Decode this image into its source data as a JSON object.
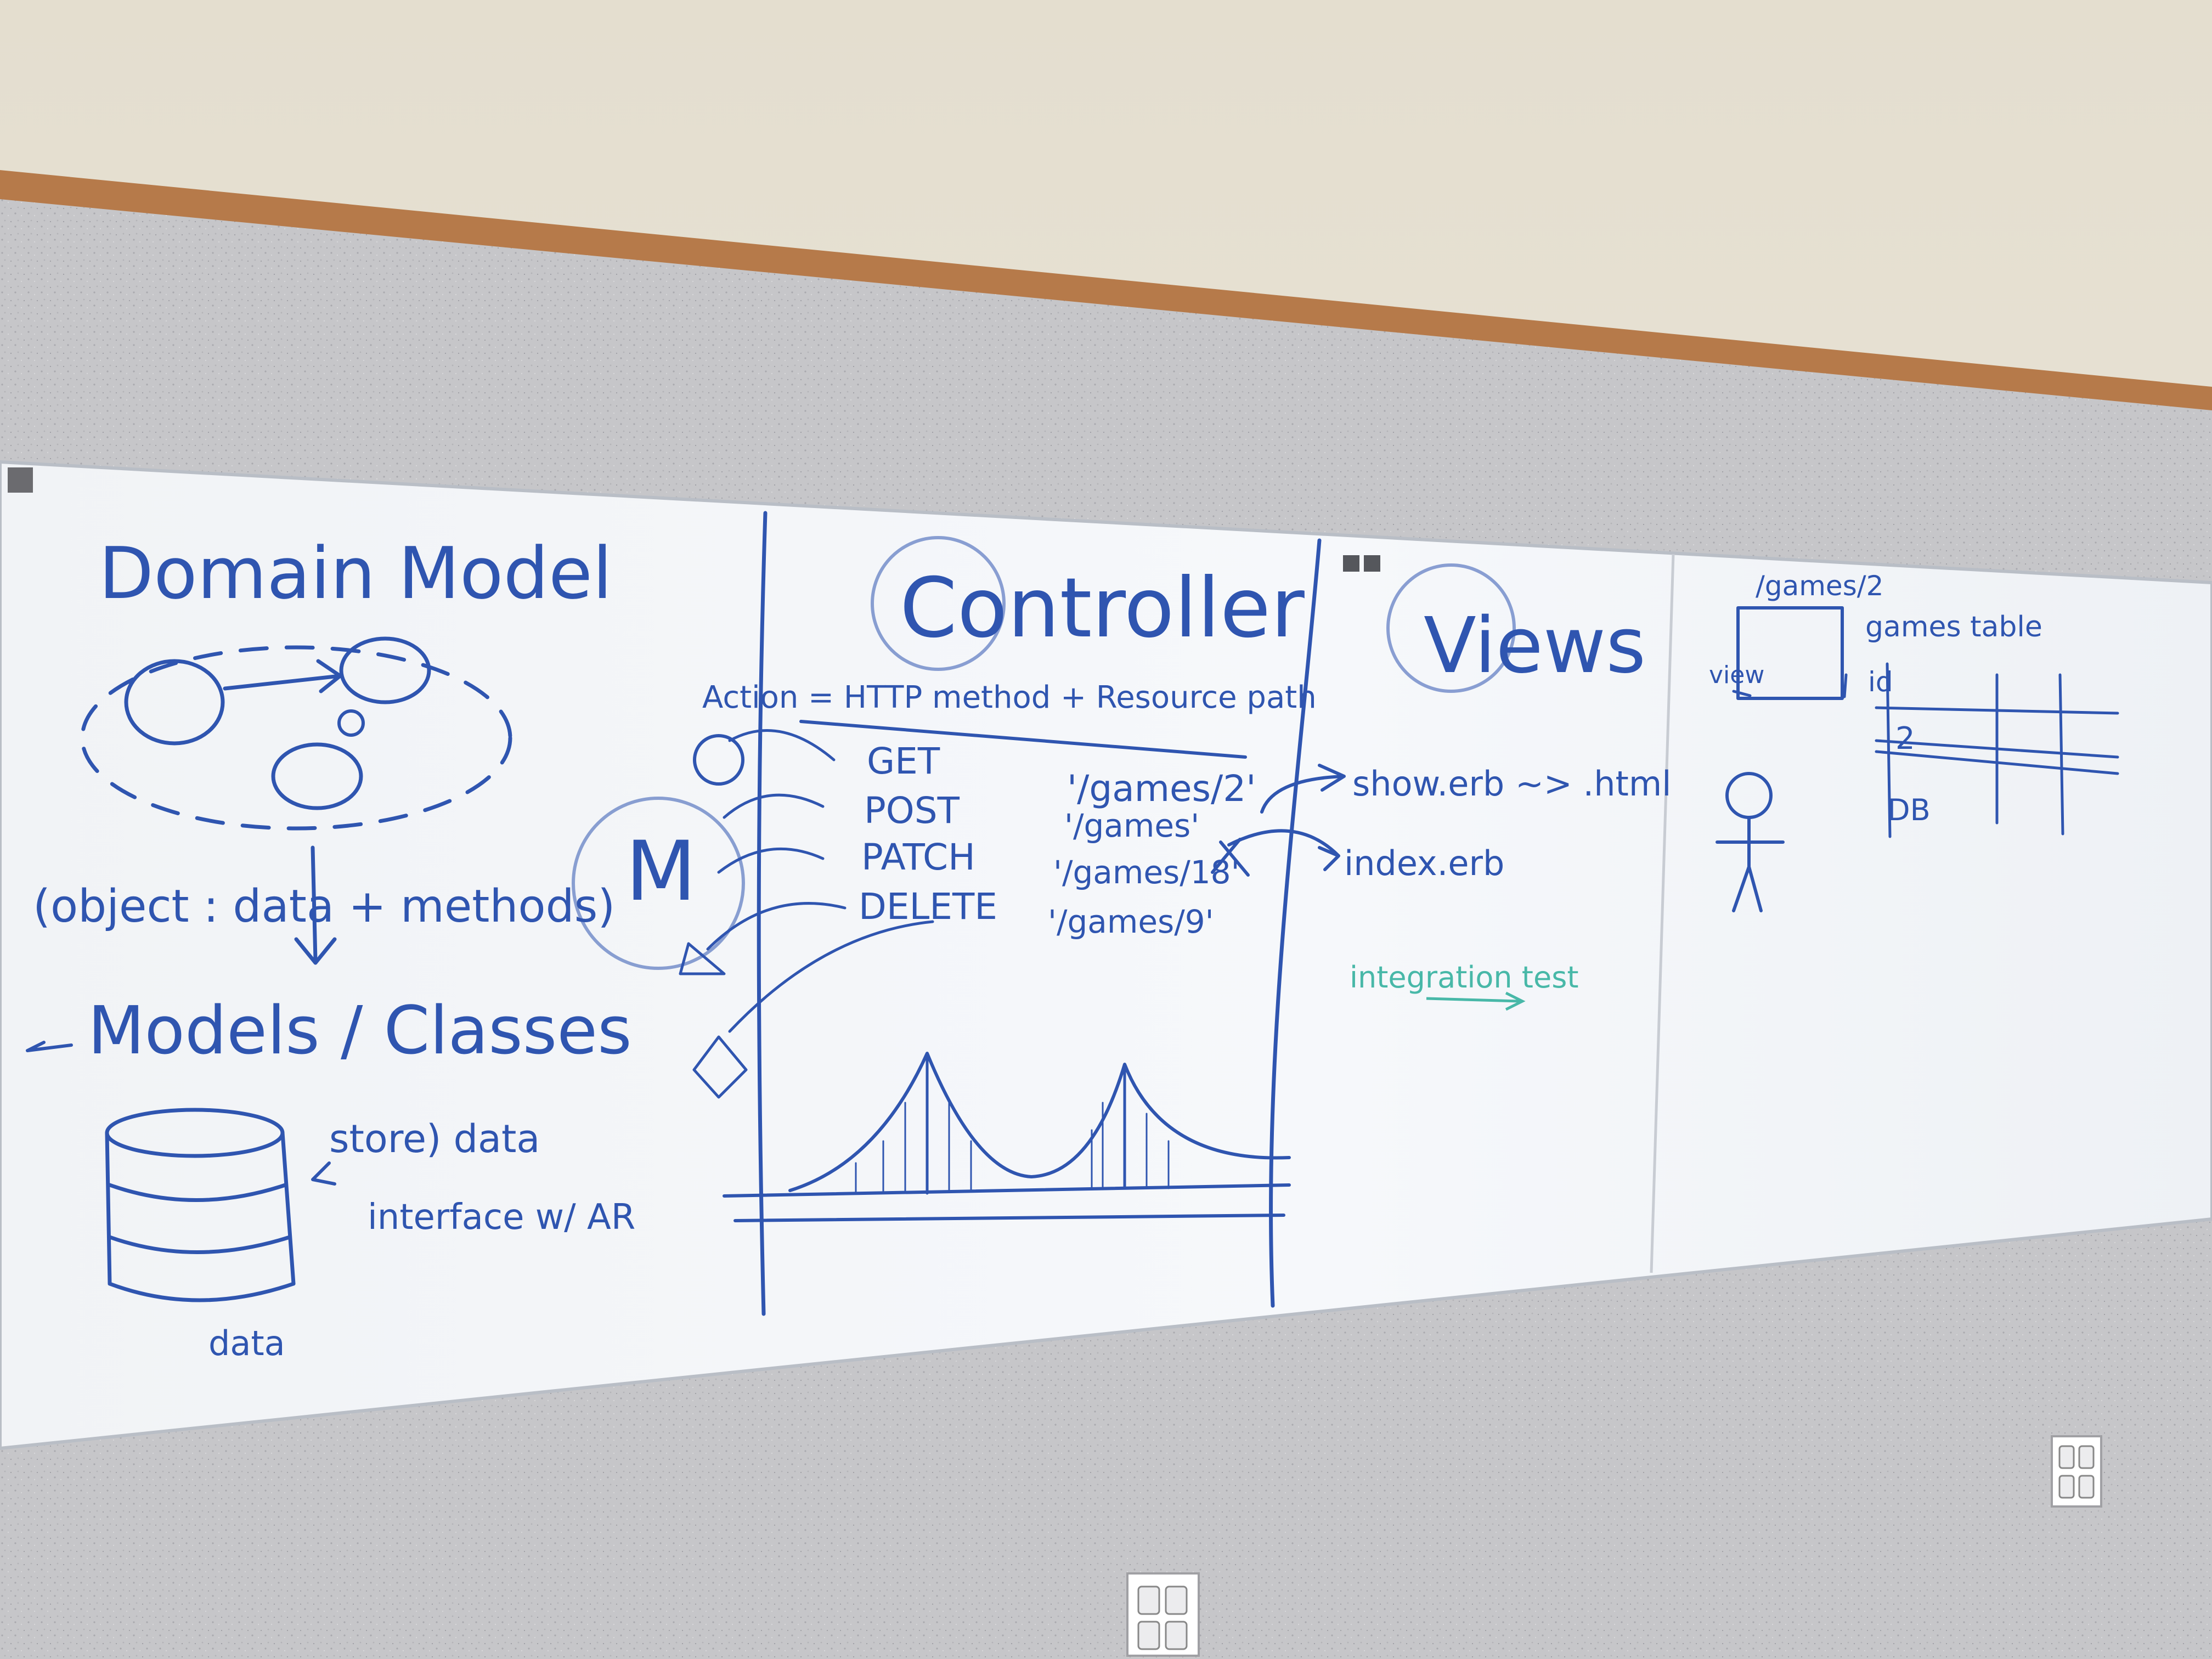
{
  "colors": {
    "wall_upper": "#ebe6da",
    "wall_lower": "#c5c5c8",
    "trim": "#b67a4a",
    "board": "#f4f6f9",
    "ink_blue": "#2f55b0",
    "ink_teal": "#48b8a8"
  },
  "board": {
    "panel1": {
      "title": "Domain Model",
      "object_note": "(object : data + methods)",
      "models_title": "Models / Classes",
      "store_data": "store) data",
      "interface_ar": "interface w/ AR",
      "data_label": "data"
    },
    "panel2": {
      "title": "Controller",
      "mvc_c": "C",
      "mvc_m": "M",
      "action_formula": "Action = HTTP method + Resource path",
      "routes": [
        {
          "method": "GET",
          "path": "'/games/2'"
        },
        {
          "method": "POST",
          "path": "'/games'"
        },
        {
          "method": "PATCH",
          "path": "'/games/18'"
        },
        {
          "method": "DELETE",
          "path": "'/games/9'"
        }
      ]
    },
    "panel3": {
      "title": "Views",
      "mvc_v": "V",
      "show_erb": "show.erb ~> .html",
      "index_erb": "index.erb",
      "integration_test": "integration test"
    },
    "panel4": {
      "url": "/games/2",
      "view_label": "view",
      "games_table": "games table",
      "id_header": "id",
      "row_value": "2",
      "db_label": "DB"
    }
  },
  "icons": [
    "magnet-icon",
    "stick-figure-icon",
    "database-icon",
    "bridge-sketch",
    "power-outlet-icon"
  ]
}
